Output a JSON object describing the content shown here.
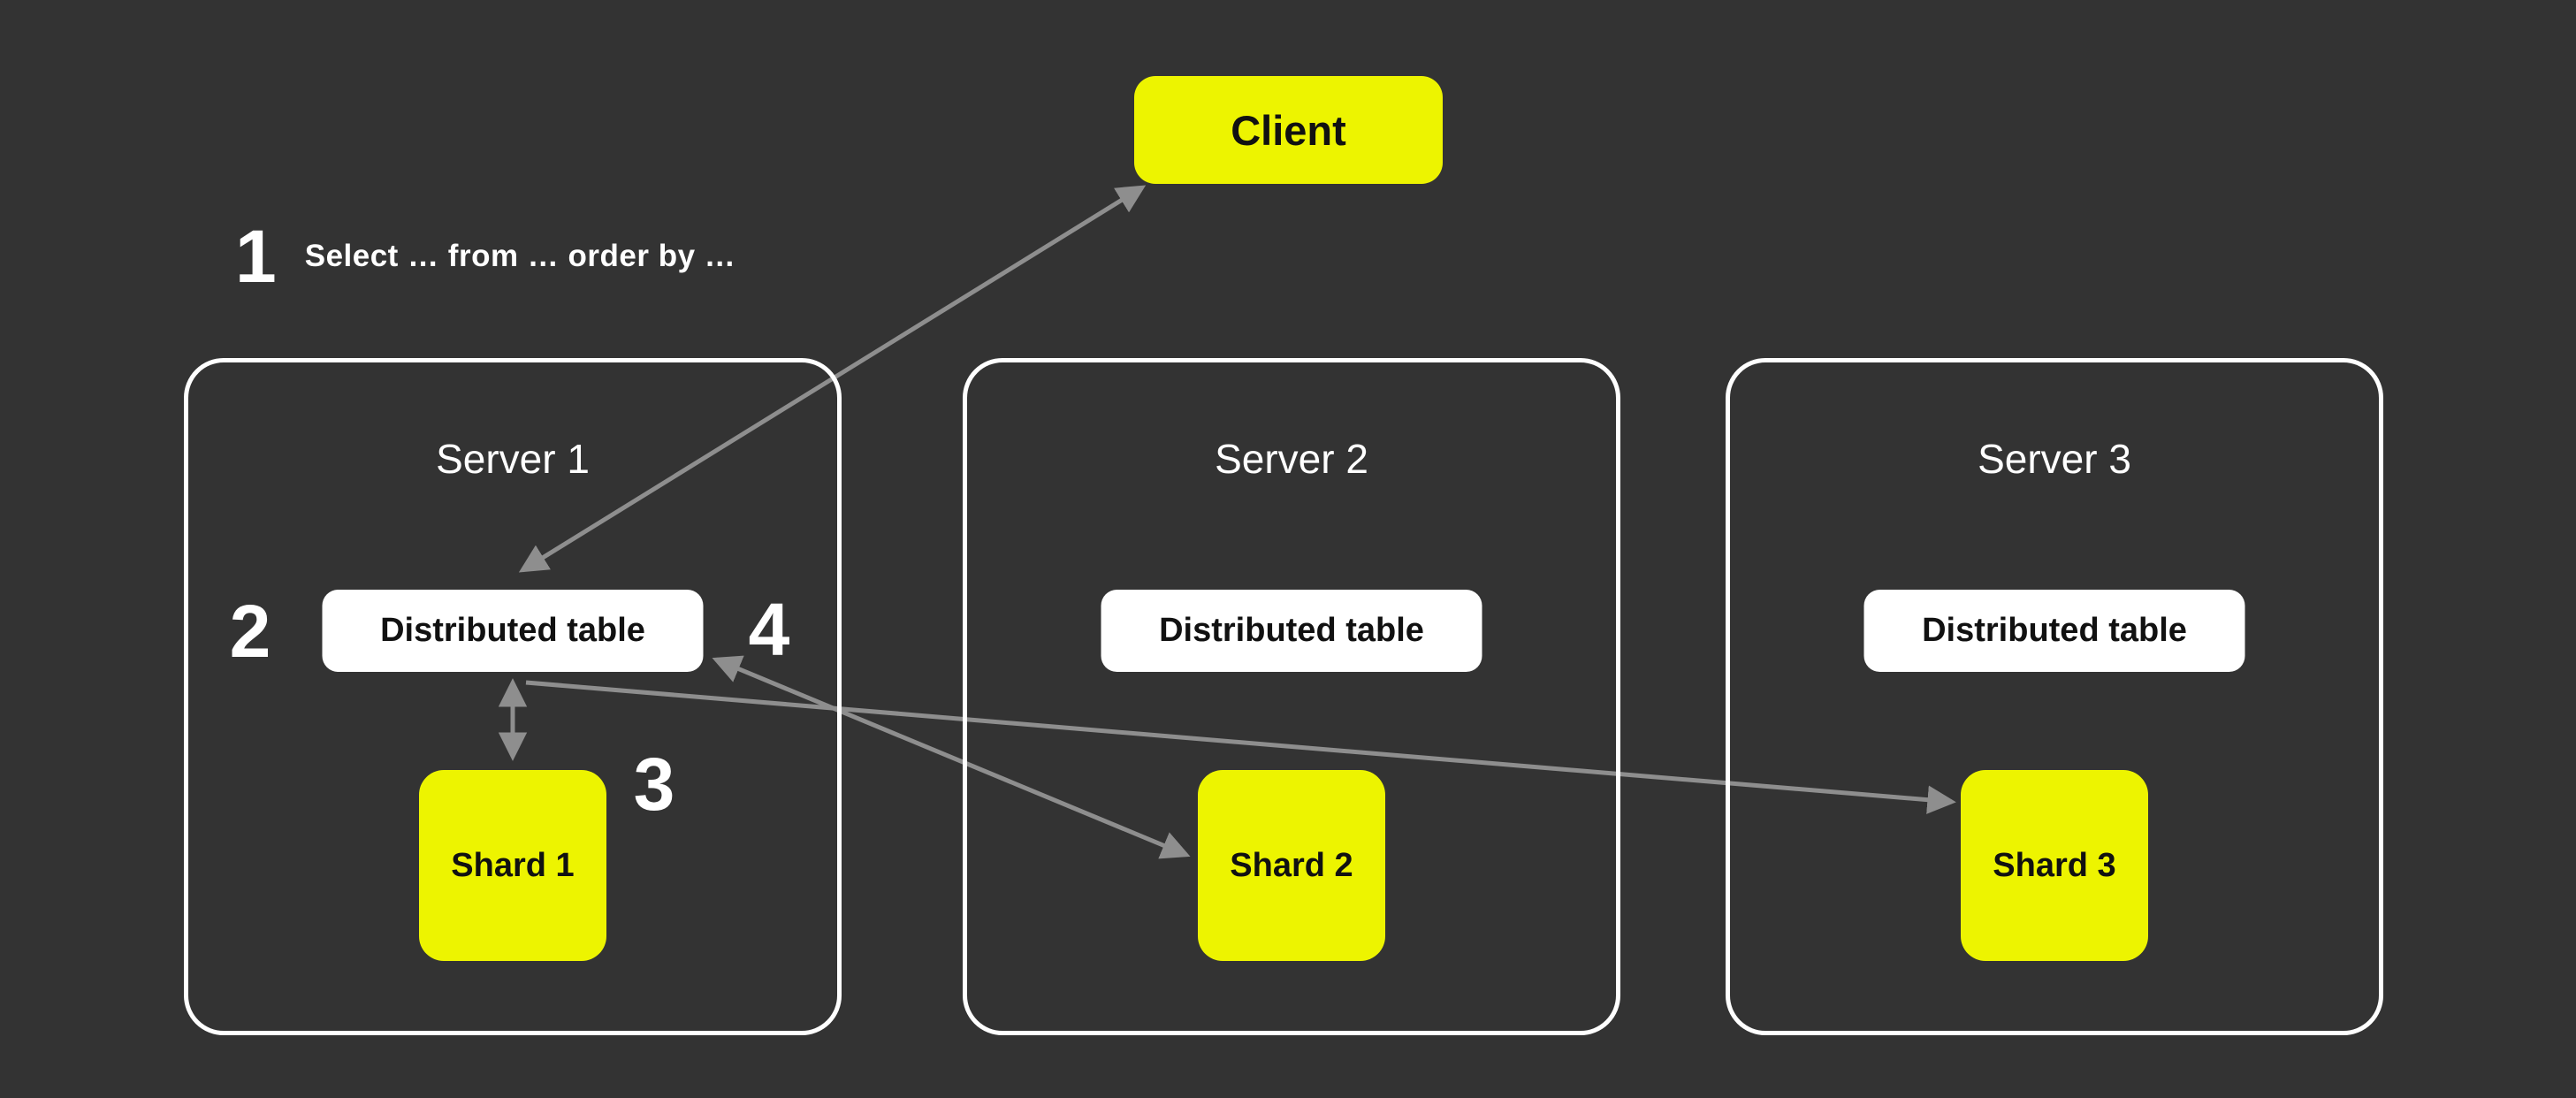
{
  "colors": {
    "background": "#333333",
    "accent_yellow": "#EDF400",
    "box_white": "#FFFFFF",
    "arrow_gray": "#8E8E8E",
    "text_black": "#111111",
    "text_white": "#FFFFFF"
  },
  "client": {
    "label": "Client"
  },
  "step1": {
    "number": "1",
    "query": "Select … from … order by …"
  },
  "steps": {
    "step2": "2",
    "step3": "3",
    "step4": "4"
  },
  "servers": [
    {
      "title": "Server 1",
      "table_label": "Distributed table",
      "shard_label": "Shard 1"
    },
    {
      "title": "Server 2",
      "table_label": "Distributed table",
      "shard_label": "Shard 2"
    },
    {
      "title": "Server 3",
      "table_label": "Distributed table",
      "shard_label": "Shard 3"
    }
  ]
}
